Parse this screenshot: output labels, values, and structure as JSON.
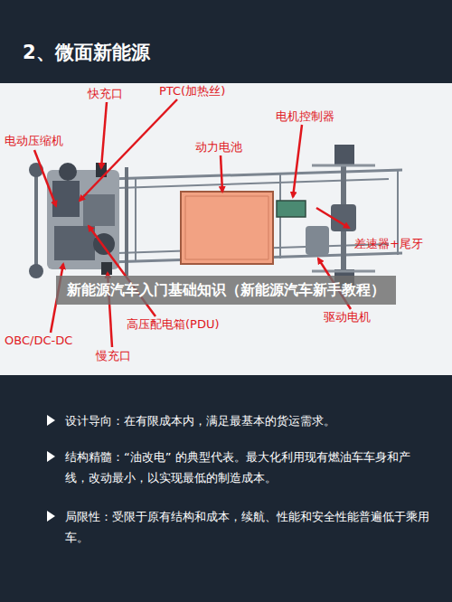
{
  "diagram": {
    "title": "2、微面新能源",
    "labels": [
      "快充口",
      "PTC(加热丝)",
      "电机控制器",
      "电动压缩机",
      "动力电池",
      "差速器+尾牙",
      "高压配电箱(PDU)",
      "驱动电机",
      "OBC/DC-DC",
      "慢充口",
      "新能源汽车入门基础知识（新能源汽车新手教程）",
      "设计导向：在有限成本内，满足最基本的货运需求。",
      "结构精髓：“油改电” 的典型代表。最大化利用现有燃油车车身和产线，改动最小，以实现最低的制造成本。",
      "局限性：受限于原有结构和成本，续航、性能和安全性能普遍低于乘用车。"
    ]
  }
}
